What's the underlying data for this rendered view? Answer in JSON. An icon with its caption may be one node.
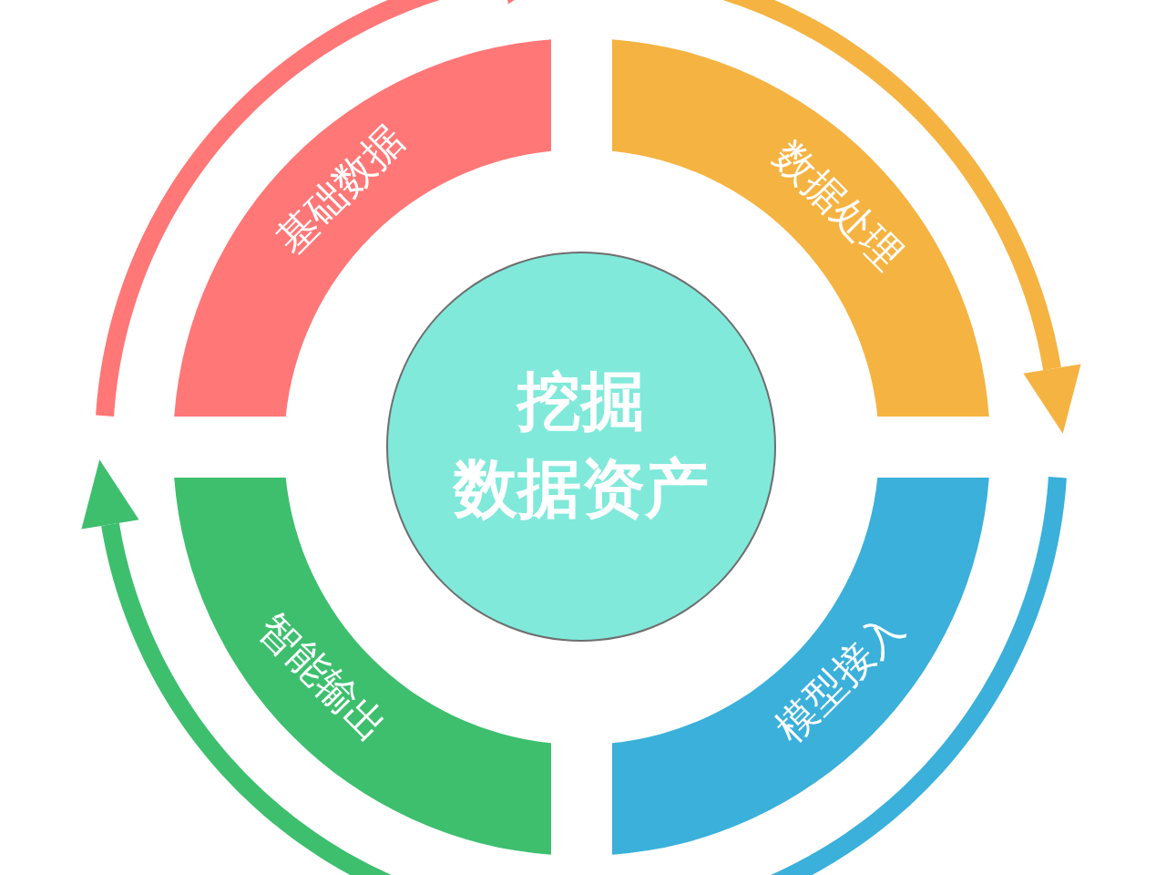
{
  "diagram": {
    "nodes": [
      {
        "text": [
          "挖掘数据资产"
        ]
      },
      {
        "text": [
          "基础数据"
        ]
      },
      {
        "text": [
          "数据处理"
        ]
      },
      {
        "text": [
          "模型接入"
        ]
      },
      {
        "text": [
          "智能输出"
        ]
      }
    ]
  }
}
